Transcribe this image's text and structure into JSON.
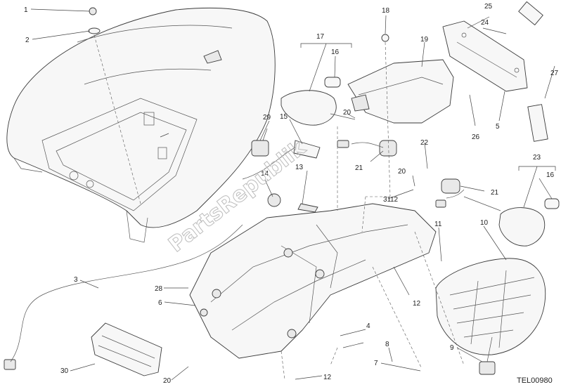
{
  "diagram": {
    "reference_code": "TEL00980",
    "watermark": "PartsRepublik",
    "callouts": [
      "1",
      "2",
      "3",
      "4",
      "5",
      "6",
      "7",
      "8",
      "9",
      "10",
      "11",
      "12",
      "12",
      "12",
      "13",
      "14",
      "15",
      "16",
      "16",
      "17",
      "18",
      "19",
      "20",
      "20",
      "20",
      "21",
      "21",
      "22",
      "23",
      "24",
      "25",
      "26",
      "27",
      "28",
      "29",
      "30",
      "31"
    ]
  },
  "colors": {
    "line": "#3a3a3a",
    "fill": "#f7f7f7",
    "watermark": "#bcbcbc"
  }
}
